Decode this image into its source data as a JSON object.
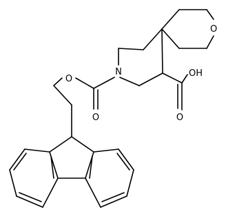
{
  "molecule": {
    "atoms": {
      "o_ring_label": "O",
      "n_ring_label": "N",
      "carbonyl_o_label": "O",
      "ester_o_label": "O",
      "acid_carbonyl_o_label": "O",
      "acid_oh_label": "OH"
    },
    "colors": {
      "bond": "#000000",
      "background": "#ffffff"
    }
  }
}
